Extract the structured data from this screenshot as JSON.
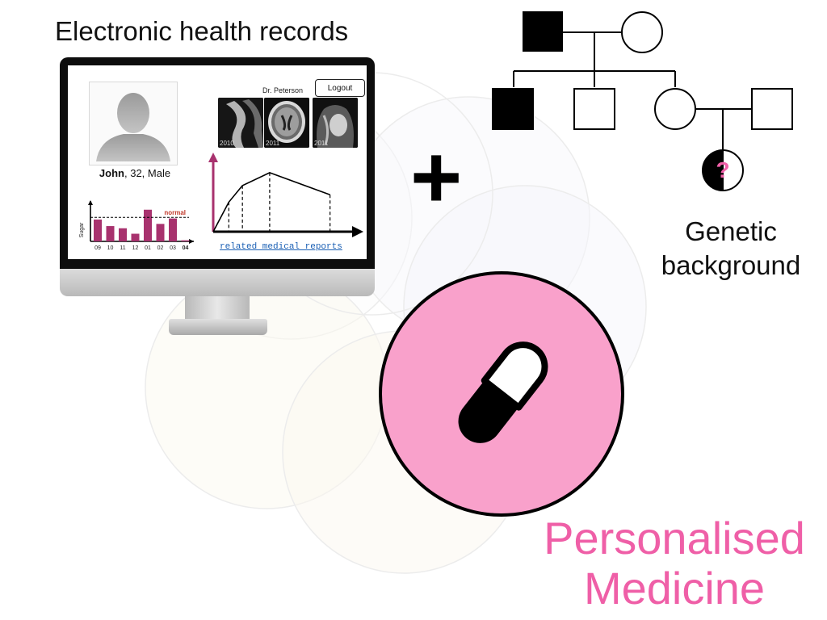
{
  "ehr": {
    "title": "Electronic health records",
    "doctor_name": "Dr. Peterson",
    "logout_label": "Logout",
    "patient": {
      "name": "John",
      "details": ", 32, Male"
    },
    "scans": [
      {
        "year": "2010"
      },
      {
        "year": "2011"
      },
      {
        "year": "2011"
      }
    ],
    "sugar_chart": {
      "ylabel": "Sugar",
      "normal_label": "normal",
      "months": [
        "09",
        "10",
        "11",
        "12",
        "01",
        "02",
        "03",
        "04"
      ],
      "values": [
        20,
        14,
        12,
        7,
        29,
        16,
        21,
        1
      ],
      "normal_level": 22,
      "ymax": 34,
      "bar_color": "#a8326e",
      "normal_color": "#c0392b"
    },
    "trend_chart": {
      "points": [
        [
          0,
          0
        ],
        [
          0.8,
          1.6
        ],
        [
          1.5,
          2.5
        ],
        [
          2.9,
          3.2
        ],
        [
          6.0,
          2.0
        ]
      ],
      "dashed_at": [
        0.8,
        1.5,
        2.9,
        6.0
      ],
      "xmax": 7.3,
      "ymax": 4.2,
      "y_axis_color": "#a8326e"
    },
    "reports_link": "related medical reports"
  },
  "plus_sign": "+",
  "genetic": {
    "label": "Genetic background",
    "unknown_mark": "?",
    "unknown_mark_color": "#ef5fa7"
  },
  "medicine": {
    "label": "Personalised Medicine",
    "circle_color": "#f9a1cb"
  }
}
